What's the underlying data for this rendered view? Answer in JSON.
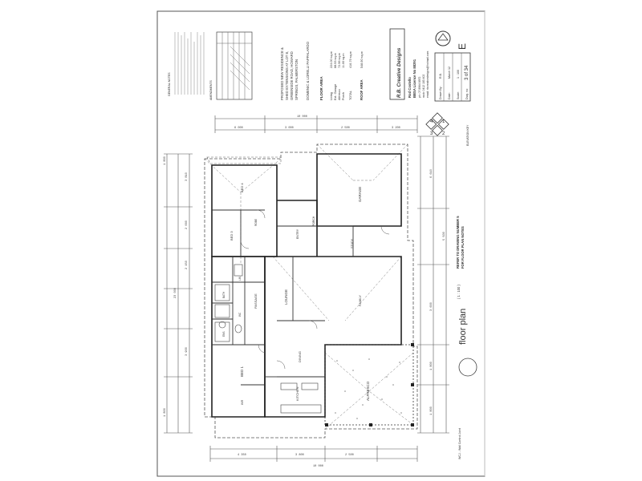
{
  "title_block": {
    "project_lines": [
      "PROPOSED NEW RESIDENCE &",
      "SHED EXTENSIONS AT LOT 8,",
      "GREENSIDE ROAD, HOWARD",
      "SPRINGS, PALMERSTON"
    ],
    "client": "DOMENIC & LORELLI PAPPALARDO",
    "floor_area_heading": "FLOOR AREA",
    "floor_area_rows": [
      {
        "label": "Living",
        "value": "224.00 sq.m"
      },
      {
        "label": "Ext. Garage",
        "value": "68.93 sq.m"
      },
      {
        "label": "Alfresco",
        "value": "72.96 sq.m"
      },
      {
        "label": "Porch",
        "value": "11.00 sq.m"
      },
      {
        "label": "TOTAL",
        "value": "416.79 sq.m"
      }
    ],
    "roof_area_label": "ROOF AREA",
    "roof_area_value": "548.90 sq.m",
    "company": "R.B. Creative Designs",
    "designer": "Rod Costello",
    "licence": "BBSA Licence No 88391",
    "phone": "ph: 07 8964 8972",
    "mobile": "mob: 0412 183 402",
    "email": "email: rbcreativedesigns@hotmail.com",
    "drawn_by_label": "Drawn By:",
    "drawn_by": "R.B.",
    "date_label": "Date:",
    "date": "March 12",
    "scale_label": "Scale:",
    "scale": "1 : 100",
    "dwg_label": "Dwg. no:",
    "dwg": "3 of 34",
    "revision": "E",
    "notes_heading": "AMENDMENTS",
    "general_notes_heading": "GENERAL NOTES"
  },
  "plan": {
    "title": "floor plan",
    "scale": "( 1 : 100 )",
    "refer_note": "REFER TO DRAWING NUMBER 5",
    "refer_note_2": "FOR FLOOR PLAN NOTES",
    "elevation_key": "ELEVATION KEY",
    "elev_numbers": [
      "4",
      "1",
      "3",
      "2"
    ],
    "legend": "WCJ - Wall Control Joint",
    "overall_width": "23 000",
    "rooms": [
      {
        "name": "BED 4"
      },
      {
        "name": "BED 3"
      },
      {
        "name": "ROBE"
      },
      {
        "name": "LIN"
      },
      {
        "name": "WC"
      },
      {
        "name": "BATH"
      },
      {
        "name": "ENS"
      },
      {
        "name": "PASSAGE"
      },
      {
        "name": "LOUNGE"
      },
      {
        "name": "DINING"
      },
      {
        "name": "FAMILY"
      },
      {
        "name": "KITCHEN"
      },
      {
        "name": "BED 1"
      },
      {
        "name": "WIR"
      },
      {
        "name": "ENTRY"
      },
      {
        "name": "STUDY"
      },
      {
        "name": "GARAGE"
      },
      {
        "name": "ALFRESCO"
      },
      {
        "name": "PORCH"
      }
    ],
    "dims_top": [
      "10 000",
      "6 000",
      "3 000",
      "2 500",
      "3 200"
    ],
    "dims_bottom": [
      "10 000",
      "4 350",
      "3 800",
      "2 500"
    ],
    "dims_left": [
      "1 800",
      "3 810",
      "2 660",
      "2 150",
      "3 900",
      "1 800"
    ],
    "dims_right": [
      "6 610",
      "5 500",
      "3 600",
      "1 800",
      "1 800"
    ]
  },
  "colors": {
    "ink": "#333333",
    "light": "#777777",
    "paper": "#ffffff"
  }
}
